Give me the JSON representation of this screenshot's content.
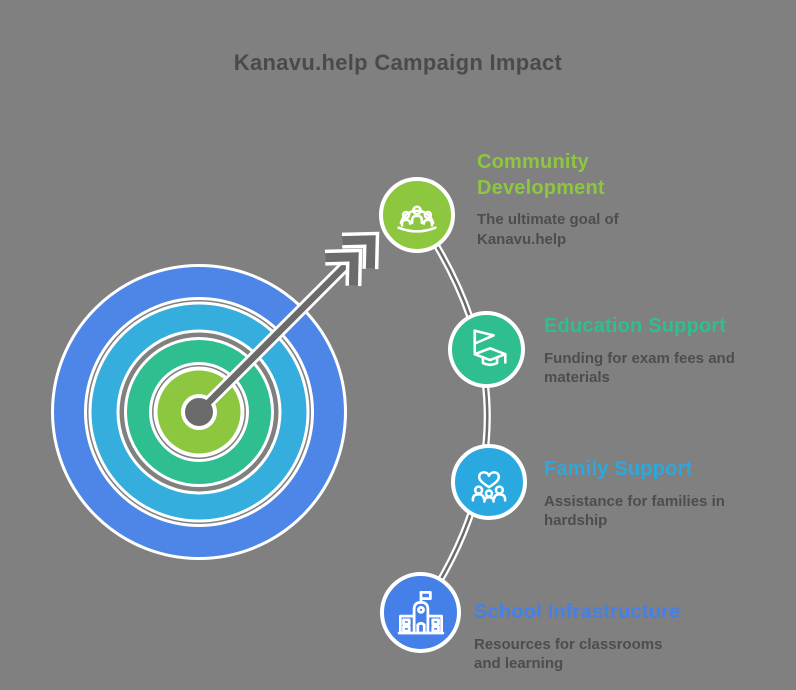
{
  "title": "Kanavu.help Campaign Impact",
  "background_color": "#808080",
  "body_text_color": "#4D4D4D",
  "target": {
    "ring_colors": [
      "#4E86E8",
      "#35AEDD",
      "#2FBE8F",
      "#8DC63F"
    ],
    "arrow_color": "#6B6B6B",
    "outline_color": "#FFFFFF"
  },
  "items": [
    {
      "label": "Community Development",
      "desc": "The ultimate goal of Kanavu.help",
      "color": "#8DC63F",
      "icon": "community-people-icon"
    },
    {
      "label": "Education Support",
      "desc": "Funding for exam fees and materials",
      "color": "#2FBE8F",
      "icon": "flag-graduation-cap-icon"
    },
    {
      "label": "Family Support",
      "desc": "Assistance for families in hardship",
      "color": "#29A9E0",
      "icon": "family-heart-icon"
    },
    {
      "label": "School Infrastructure",
      "desc": "Resources for classrooms and learning",
      "color": "#4580E8",
      "icon": "school-building-icon"
    }
  ]
}
